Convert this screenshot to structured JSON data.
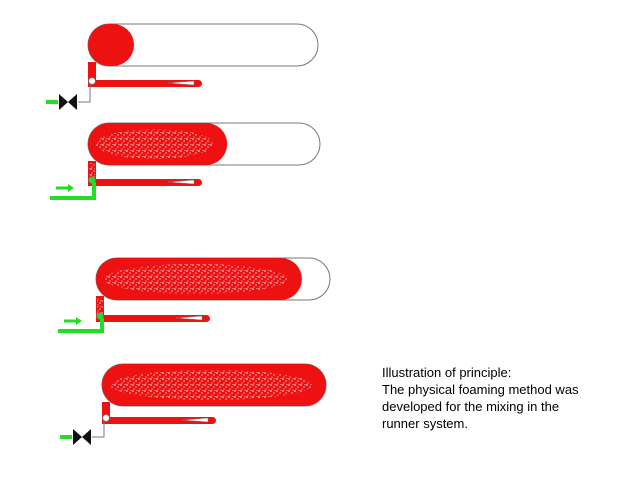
{
  "colors": {
    "melt": "#ee1111",
    "foam_dot": "#ffffff",
    "gas_line": "#22dd22",
    "valve": "#111111",
    "outline": "#777777",
    "background": "#ffffff"
  },
  "stages": [
    {
      "label": "stage-1",
      "fill_fraction": 0.2,
      "foam": false,
      "gas_flow": false,
      "valve": true,
      "inlet_foam": false
    },
    {
      "label": "stage-2",
      "fill_fraction": 0.6,
      "foam": true,
      "gas_flow": true,
      "valve": false,
      "inlet_foam": true
    },
    {
      "label": "stage-3",
      "fill_fraction": 0.88,
      "foam": true,
      "gas_flow": true,
      "valve": false,
      "inlet_foam": true
    },
    {
      "label": "stage-4",
      "fill_fraction": 1.0,
      "foam": true,
      "gas_flow": false,
      "valve": true,
      "inlet_foam": false
    }
  ],
  "caption": {
    "title": "Illustration of principle:",
    "line1": "The physical foaming method was",
    "line2": "developed for the mixing in the",
    "line3": "runner system."
  }
}
